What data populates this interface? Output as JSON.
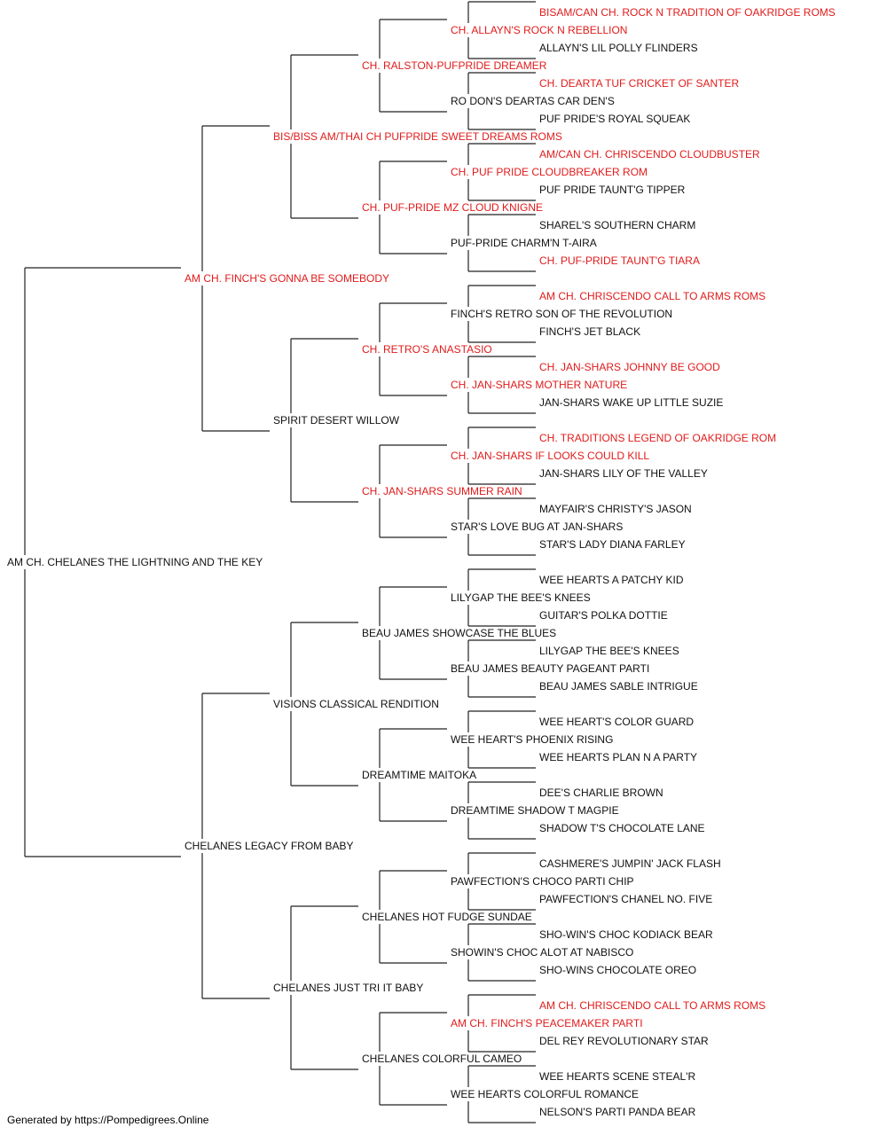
{
  "colors": {
    "champion": "#e11b1b",
    "regular": "#111111",
    "line": "#222222"
  },
  "footer": "Generated by https://Pompedigrees.Online",
  "pedigree": {
    "name": "AM CH. CHELANES THE LIGHTNING AND THE KEY",
    "champion": false,
    "sire": {
      "name": "AM CH. FINCH'S GONNA BE SOMEBODY",
      "champion": true,
      "sire": {
        "name": "BIS/BISS AM/THAI CH PUFPRIDE SWEET DREAMS ROMS",
        "champion": true,
        "sire": {
          "name": "CH. RALSTON-PUFPRIDE DREAMER",
          "champion": true,
          "sire": {
            "name": "CH. ALLAYN'S ROCK N REBELLION",
            "champion": true,
            "sire": {
              "name": "BISAM/CAN CH. ROCK N TRADITION OF OAKRIDGE ROMS",
              "champion": true
            },
            "dam": {
              "name": "ALLAYN'S LIL POLLY FLINDERS",
              "champion": false
            }
          },
          "dam": {
            "name": "RO DON'S DEARTAS CAR DEN'S",
            "champion": false,
            "sire": {
              "name": "CH. DEARTA TUF CRICKET OF SANTER",
              "champion": true
            },
            "dam": {
              "name": "PUF PRIDE'S ROYAL SQUEAK",
              "champion": false
            }
          }
        },
        "dam": {
          "name": "CH. PUF-PRIDE MZ CLOUD KNIGNE",
          "champion": true,
          "sire": {
            "name": "CH. PUF PRIDE CLOUDBREAKER ROM",
            "champion": true,
            "sire": {
              "name": "AM/CAN CH. CHRISCENDO CLOUDBUSTER",
              "champion": true
            },
            "dam": {
              "name": "PUF PRIDE TAUNT'G TIPPER",
              "champion": false
            }
          },
          "dam": {
            "name": "PUF-PRIDE CHARM'N T-AIRA",
            "champion": false,
            "sire": {
              "name": "SHAREL'S SOUTHERN CHARM",
              "champion": false
            },
            "dam": {
              "name": "CH. PUF-PRIDE TAUNT'G TIARA",
              "champion": true
            }
          }
        }
      },
      "dam": {
        "name": "SPIRIT DESERT WILLOW",
        "champion": false,
        "sire": {
          "name": "CH. RETRO'S ANASTASIO",
          "champion": true,
          "sire": {
            "name": "FINCH'S RETRO SON OF THE REVOLUTION",
            "champion": false,
            "sire": {
              "name": "AM CH. CHRISCENDO CALL TO ARMS ROMS",
              "champion": true
            },
            "dam": {
              "name": "FINCH'S JET BLACK",
              "champion": false
            }
          },
          "dam": {
            "name": "CH. JAN-SHARS MOTHER NATURE",
            "champion": true,
            "sire": {
              "name": "CH. JAN-SHARS JOHNNY BE GOOD",
              "champion": true
            },
            "dam": {
              "name": "JAN-SHARS WAKE UP LITTLE SUZIE",
              "champion": false
            }
          }
        },
        "dam": {
          "name": "CH. JAN-SHARS SUMMER RAIN",
          "champion": true,
          "sire": {
            "name": "CH. JAN-SHARS IF LOOKS COULD KILL",
            "champion": true,
            "sire": {
              "name": "CH. TRADITIONS LEGEND OF OAKRIDGE ROM",
              "champion": true
            },
            "dam": {
              "name": "JAN-SHARS LILY OF THE VALLEY",
              "champion": false
            }
          },
          "dam": {
            "name": "STAR'S LOVE BUG AT JAN-SHARS",
            "champion": false,
            "sire": {
              "name": "MAYFAIR'S CHRISTY'S JASON",
              "champion": false
            },
            "dam": {
              "name": "STAR'S LADY DIANA FARLEY",
              "champion": false
            }
          }
        }
      }
    },
    "dam": {
      "name": "CHELANES LEGACY FROM BABY",
      "champion": false,
      "sire": {
        "name": "VISIONS CLASSICAL RENDITION",
        "champion": false,
        "sire": {
          "name": "BEAU JAMES SHOWCASE THE BLUES",
          "champion": false,
          "sire": {
            "name": "LILYGAP THE BEE'S KNEES",
            "champion": false,
            "sire": {
              "name": "WEE HEARTS A PATCHY KID",
              "champion": false
            },
            "dam": {
              "name": "GUITAR'S POLKA DOTTIE",
              "champion": false
            }
          },
          "dam": {
            "name": "BEAU JAMES BEAUTY PAGEANT PARTI",
            "champion": false,
            "sire": {
              "name": "LILYGAP THE BEE'S KNEES",
              "champion": false
            },
            "dam": {
              "name": "BEAU JAMES SABLE INTRIGUE",
              "champion": false
            }
          }
        },
        "dam": {
          "name": "DREAMTIME MAITOKA",
          "champion": false,
          "sire": {
            "name": "WEE HEART'S PHOENIX RISING",
            "champion": false,
            "sire": {
              "name": "WEE HEART'S COLOR GUARD",
              "champion": false
            },
            "dam": {
              "name": "WEE HEARTS PLAN N A PARTY",
              "champion": false
            }
          },
          "dam": {
            "name": "DREAMTIME SHADOW T MAGPIE",
            "champion": false,
            "sire": {
              "name": "DEE'S CHARLIE BROWN",
              "champion": false
            },
            "dam": {
              "name": "SHADOW T'S CHOCOLATE LANE",
              "champion": false
            }
          }
        }
      },
      "dam": {
        "name": "CHELANES JUST TRI IT BABY",
        "champion": false,
        "sire": {
          "name": "CHELANES HOT FUDGE SUNDAE",
          "champion": false,
          "sire": {
            "name": "PAWFECTION'S CHOCO PARTI CHIP",
            "champion": false,
            "sire": {
              "name": "CASHMERE'S JUMPIN' JACK FLASH",
              "champion": false
            },
            "dam": {
              "name": "PAWFECTION'S CHANEL NO. FIVE",
              "champion": false
            }
          },
          "dam": {
            "name": "SHOWIN'S CHOC ALOT AT NABISCO",
            "champion": false,
            "sire": {
              "name": "SHO-WIN'S CHOC KODIACK BEAR",
              "champion": false
            },
            "dam": {
              "name": "SHO-WINS CHOCOLATE OREO",
              "champion": false
            }
          }
        },
        "dam": {
          "name": "CHELANES COLORFUL CAMEO",
          "champion": false,
          "sire": {
            "name": "AM CH. FINCH'S PEACEMAKER PARTI",
            "champion": true,
            "sire": {
              "name": "AM CH. CHRISCENDO CALL TO ARMS ROMS",
              "champion": true
            },
            "dam": {
              "name": "DEL REY REVOLUTIONARY STAR",
              "champion": false
            }
          },
          "dam": {
            "name": "WEE HEARTS COLORFUL ROMANCE",
            "champion": false,
            "sire": {
              "name": "WEE HEARTS SCENE STEAL'R",
              "champion": false
            },
            "dam": {
              "name": "NELSON'S PARTI PANDA BEAR",
              "champion": false
            }
          }
        }
      }
    }
  }
}
